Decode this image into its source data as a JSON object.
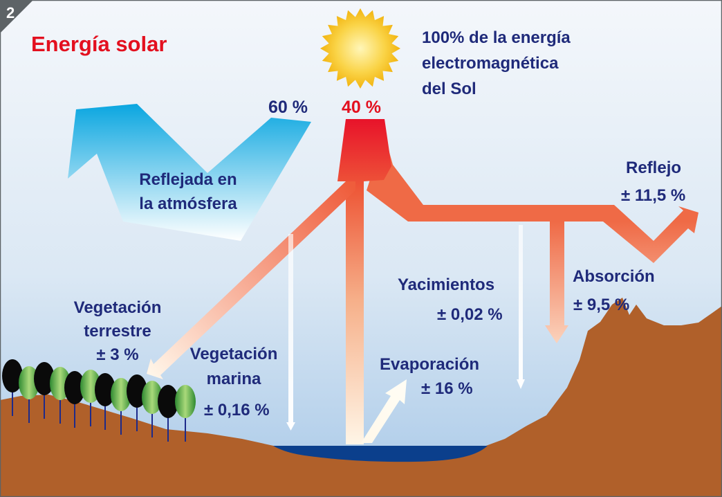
{
  "badge": "2",
  "title": "Energía solar",
  "sun_caption": [
    "100% de la energía",
    "electromagnética",
    "del Sol"
  ],
  "pct_reflected": "60 %",
  "pct_entering": "40 %",
  "reflected_label": [
    "Reflejada en",
    "la atmósfera"
  ],
  "reflejo": {
    "label": "Reflejo",
    "value": "± 11,5 %"
  },
  "absorcion": {
    "label": "Absorción",
    "value": "± 9,5 %"
  },
  "yacimientos": {
    "label": "Yacimientos",
    "value": "± 0,02 %"
  },
  "evaporacion": {
    "label": "Evaporación",
    "value": "± 16 %"
  },
  "veg_terrestre": {
    "line1": "Vegetación",
    "line2": "terrestre",
    "value": "± 3 %"
  },
  "veg_marina": {
    "line1": "Vegetación",
    "line2": "marina",
    "value": "± 0,16 %"
  },
  "colors": {
    "title_red": "#e3101f",
    "label_blue": "#1f2a7a",
    "ground_brown": "#b0602a",
    "water_blue": "#0b3f8c",
    "arrow_red": "#e8132a",
    "arrow_orange": "#ef6a46",
    "reflect_blue": "#0aa6e0",
    "sun_yellow": "#f7c51a"
  }
}
